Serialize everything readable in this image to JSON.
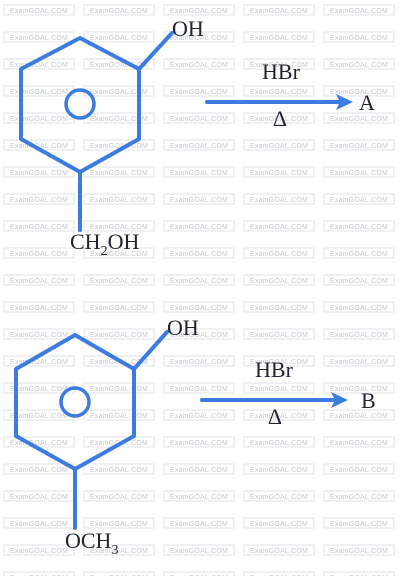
{
  "watermark": {
    "text": "ExamGOAL.COM"
  },
  "reactions": [
    {
      "id": "reaction-1",
      "top_group": "OH",
      "bottom_group_main": "CH",
      "bottom_group_sub": "2",
      "bottom_group_tail": "OH",
      "reagent": "HBr",
      "condition": "Δ",
      "product": "A"
    },
    {
      "id": "reaction-2",
      "top_group": "OH",
      "bottom_group_main": "OCH",
      "bottom_group_sub": "3",
      "bottom_group_tail": "",
      "reagent": "HBr",
      "condition": "Δ",
      "product": "B"
    }
  ],
  "colors": {
    "bond": "#3c7be0",
    "text": "#1f2430",
    "watermark": "#c3c9d3"
  }
}
